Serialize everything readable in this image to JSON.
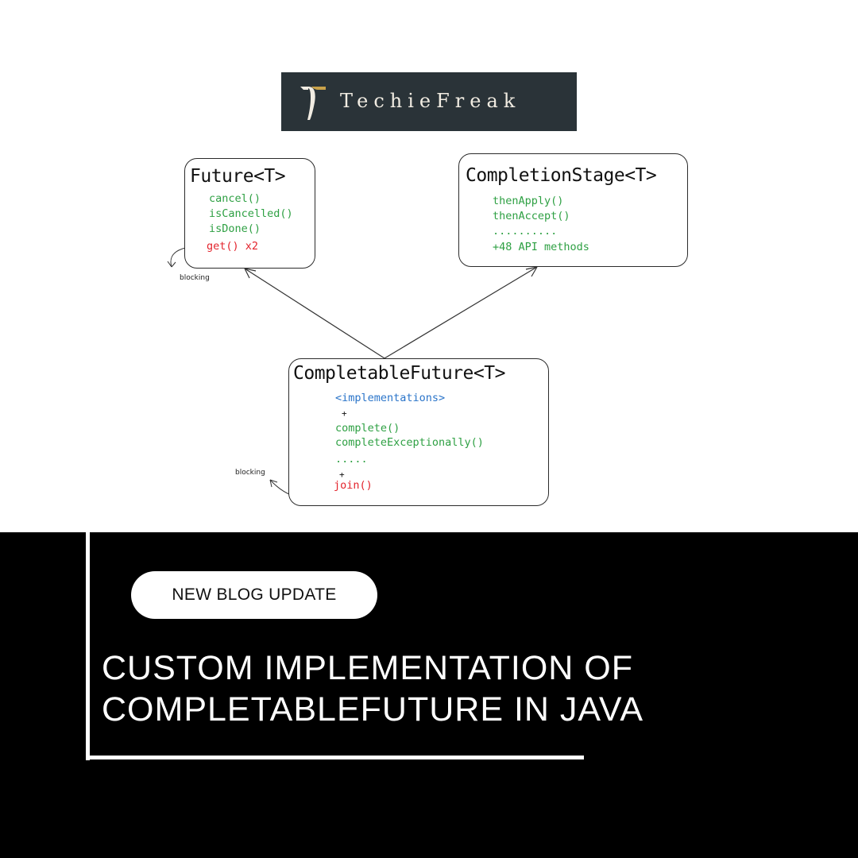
{
  "logo": {
    "brand": "TechieFreak"
  },
  "diagram": {
    "future": {
      "title": "Future<T>",
      "methods": [
        "cancel()",
        "isCancelled()",
        "isDone()"
      ],
      "blocking_method": "get() x2",
      "note": "blocking"
    },
    "completion_stage": {
      "title": "CompletionStage<T>",
      "methods": [
        "thenApply()",
        "thenAccept()",
        "..........",
        "+48 API methods"
      ]
    },
    "completable_future": {
      "title": "CompletableFuture<T>",
      "implementations": "<implementations>",
      "plus1": "+",
      "methods": [
        "complete()",
        "completeExceptionally()",
        "....."
      ],
      "plus2": "+",
      "blocking_method": "join()",
      "note": "blocking"
    }
  },
  "banner": {
    "badge": "NEW BLOG UPDATE",
    "headline_line1": "CUSTOM IMPLEMENTATION OF",
    "headline_line2": "COMPLETABLEFUTURE IN JAVA"
  },
  "colors": {
    "method_green": "#2ea043",
    "blocking_red": "#e3232c",
    "impl_blue": "#2a74c9",
    "logo_bg": "#2a3338",
    "banner_bg": "#000000"
  }
}
